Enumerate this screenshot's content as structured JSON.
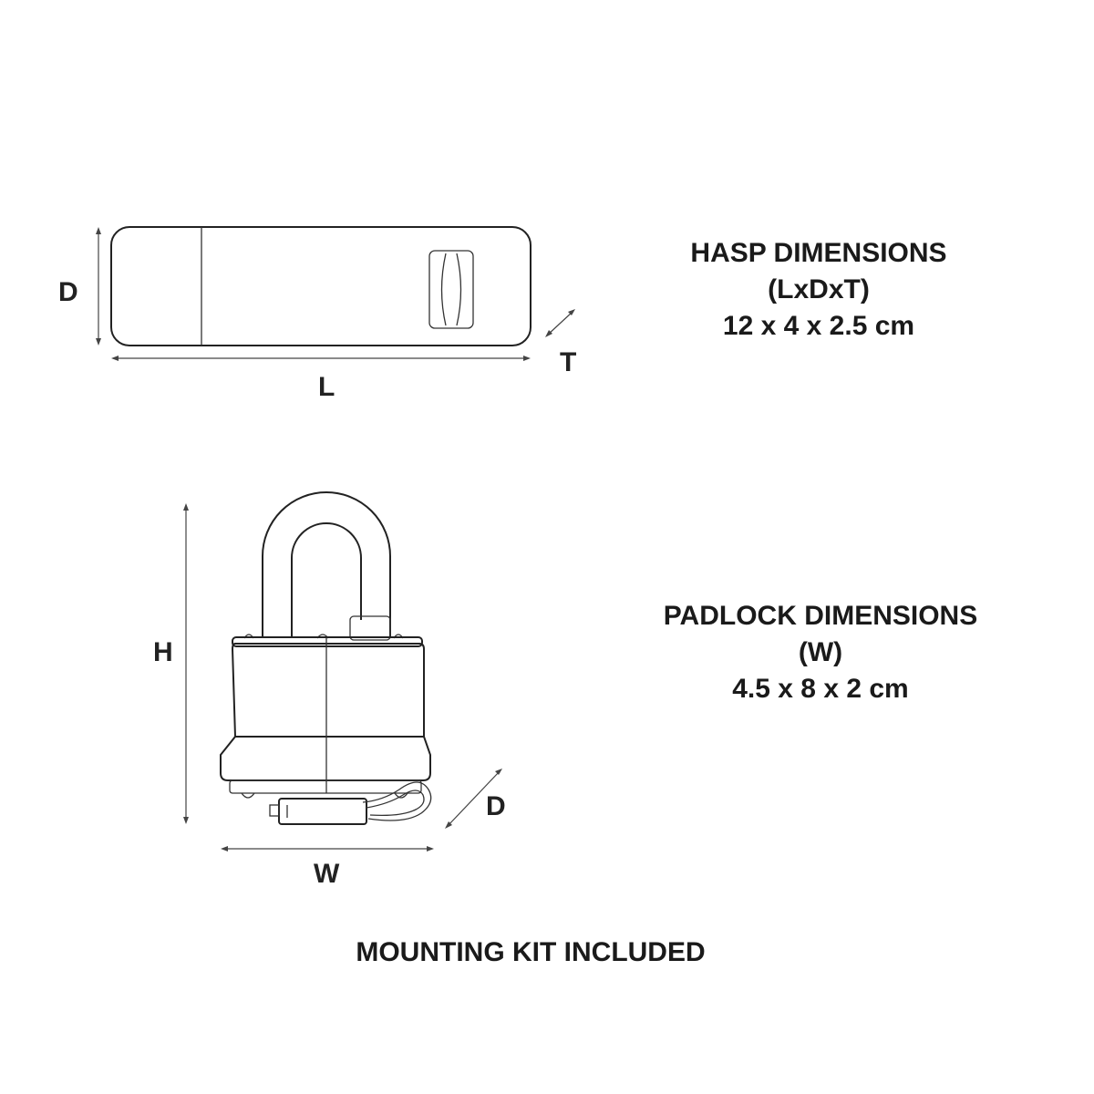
{
  "hasp": {
    "heading": "HASP DIMENSIONS",
    "format": "(LxDxT)",
    "size": "12 x 4 x 2.5 cm",
    "labels": {
      "depth": "D",
      "length": "L",
      "thickness": "T"
    }
  },
  "padlock": {
    "heading": "PADLOCK DIMENSIONS",
    "format": "(W)",
    "size": "4.5 x 8 x 2 cm",
    "labels": {
      "height": "H",
      "width": "W",
      "depth": "D"
    }
  },
  "footer": {
    "note": "MOUNTING KIT INCLUDED"
  },
  "colors": {
    "line": "#222222",
    "text": "#1a1a1a",
    "background": "#ffffff"
  }
}
